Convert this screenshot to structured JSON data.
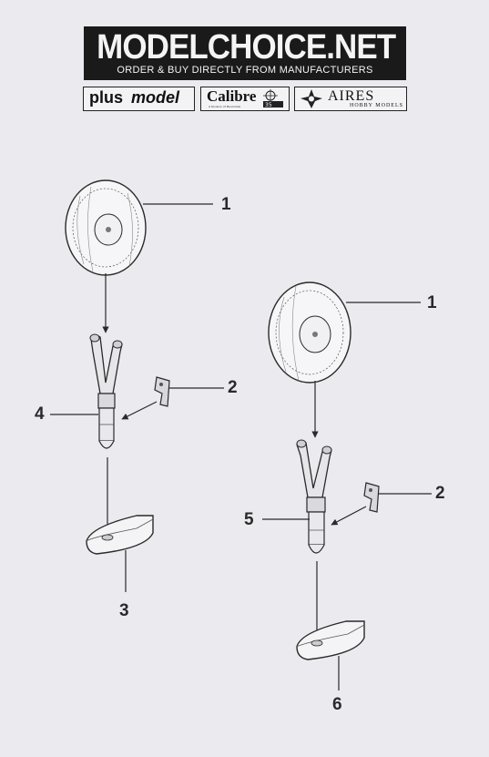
{
  "header": {
    "banner_title": "MODELCHOICE.NET",
    "banner_subtitle": "ORDER & BUY DIRECTLY FROM MANUFACTURERS",
    "brands": {
      "plusmodel_a": "plus",
      "plusmodel_b": "model",
      "calibre": "Calibre",
      "calibre_small": "A Division of Plusmodel",
      "calibre_scale": "35",
      "aires_main": "AIRES",
      "aires_sub": "HOBBY MODELS"
    }
  },
  "diagram": {
    "left_assembly": {
      "labels": {
        "wheel": "1",
        "bracket": "2",
        "base": "3",
        "strut": "4"
      }
    },
    "right_assembly": {
      "labels": {
        "wheel": "1",
        "bracket": "2",
        "strut": "5",
        "base": "6"
      }
    }
  },
  "colors": {
    "paper": "#ebeaee",
    "ink": "#2a2a2a",
    "banner": "#1a1a1a"
  }
}
